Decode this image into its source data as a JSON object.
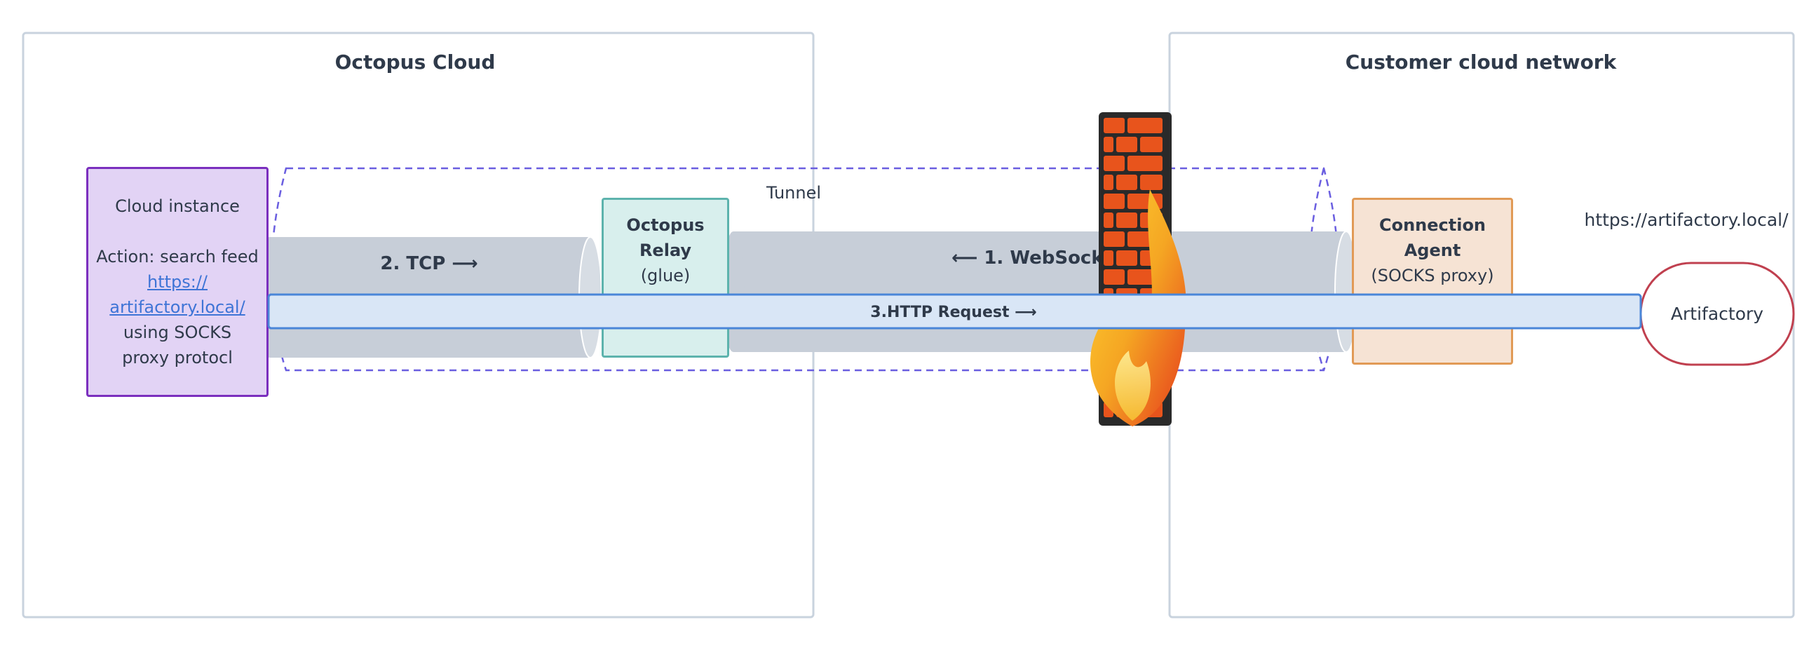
{
  "zones": {
    "octopus_cloud": {
      "title": "Octopus Cloud"
    },
    "customer_network": {
      "title": "Customer cloud network"
    }
  },
  "cloud_instance": {
    "title": "Cloud instance",
    "action_prefix": "Action: search feed",
    "link": "https://artifactory.local/",
    "link_line1": "https://",
    "link_line2": "artifactory.local/",
    "action_suffix_line1": "using SOCKS",
    "action_suffix_line2": "proxy protocl"
  },
  "tunnel": {
    "label": "Tunnel"
  },
  "tcp_pipe": {
    "label": "2. TCP ⟶"
  },
  "relay": {
    "title_line1": "Octopus",
    "title_line2": "Relay",
    "subtitle": "(glue)"
  },
  "websocket_pipe": {
    "label": "⟵ 1. WebSocket"
  },
  "agent": {
    "title_line1": "Connection",
    "title_line2": "Agent",
    "subtitle": "(SOCKS proxy)"
  },
  "http_request": {
    "label": "3.HTTP Request ⟶"
  },
  "artifactory": {
    "url": "https://artifactory.local/",
    "label": "Artifactory"
  },
  "firewall": {
    "icon": "firewall-icon"
  },
  "colors": {
    "zone_border": "#c9d3de",
    "cloud_fill": "#e2d3f5",
    "cloud_border": "#7b2fbe",
    "relay_fill": "#d8efed",
    "relay_border": "#5db3ad",
    "agent_fill": "#f6e3d4",
    "agent_border": "#e19a56",
    "pipe_fill": "#c7ced8",
    "http_fill": "#d9e6f6",
    "http_border": "#4a86d8",
    "tunnel_dash": "#6a5ee0",
    "artifactory_border": "#c0404f",
    "brick": "#e8541c",
    "brick_mortar": "#2a2a2a",
    "text": "#2f3a4a",
    "link": "#3e74d6"
  }
}
